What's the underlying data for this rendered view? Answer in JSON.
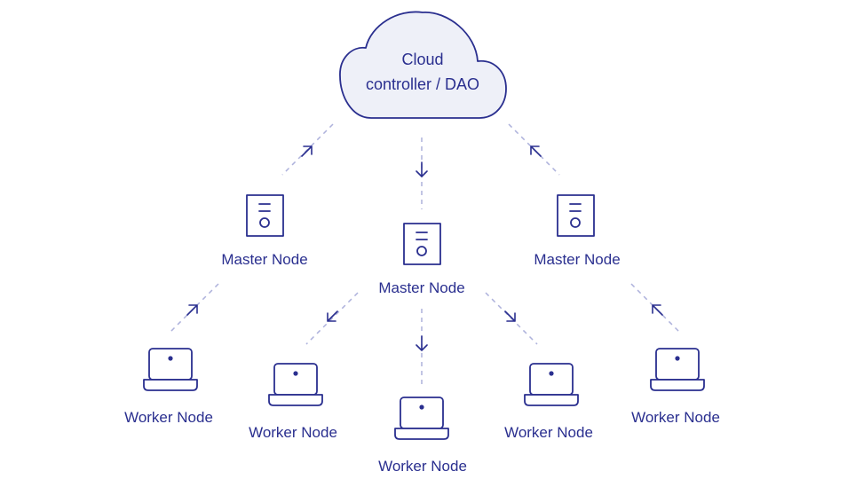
{
  "cloud": {
    "line1": "Cloud",
    "line2": "controller / DAO"
  },
  "masters": [
    {
      "label": "Master Node"
    },
    {
      "label": "Master Node"
    },
    {
      "label": "Master Node"
    }
  ],
  "workers": [
    {
      "label": "Worker Node"
    },
    {
      "label": "Worker Node"
    },
    {
      "label": "Worker Node"
    },
    {
      "label": "Worker Node"
    },
    {
      "label": "Worker Node"
    }
  ],
  "colors": {
    "primary": "#2a2f8f",
    "cloud_fill": "#eef0f8",
    "edge": "#aeb2dc"
  },
  "icons": {
    "cloud": "cloud-icon",
    "master": "server-icon",
    "worker": "laptop-icon"
  }
}
